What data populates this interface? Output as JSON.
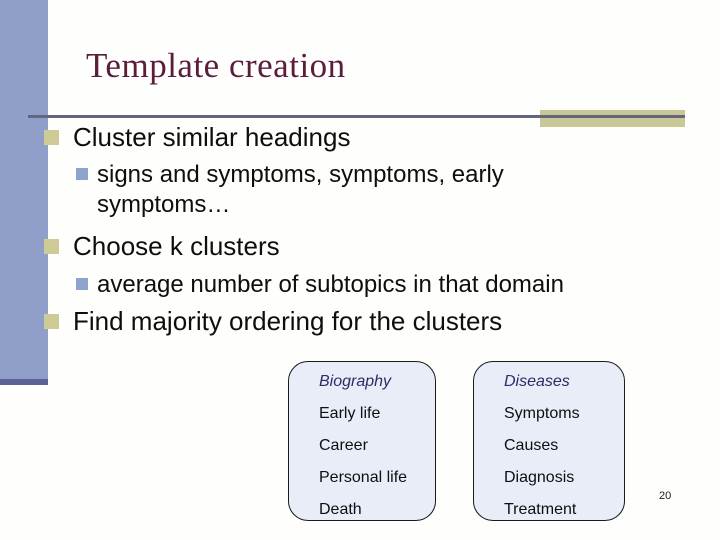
{
  "slide": {
    "title": "Template creation",
    "page_number": "20",
    "bullets": [
      {
        "level": 1,
        "text": "Cluster similar headings"
      },
      {
        "level": 2,
        "text": "signs and symptoms, symptoms, early symptoms…"
      },
      {
        "level": 1,
        "text": "Choose k clusters"
      },
      {
        "level": 2,
        "text": "average number of subtopics in that domain"
      },
      {
        "level": 1,
        "text": "Find majority ordering for the clusters"
      }
    ],
    "boxes": [
      {
        "header": "Biography",
        "items": [
          "Early life",
          "Career",
          "Personal life",
          "Death"
        ]
      },
      {
        "header": "Diseases",
        "items": [
          "Symptoms",
          "Causes",
          "Diagnosis",
          "Treatment"
        ]
      }
    ],
    "colors": {
      "left_band": "#8f9fca",
      "left_band_footer": "#5a6296",
      "title_text": "#5c1c3c",
      "rule": "#65657f",
      "rule_accent": "#c9c795",
      "bullet_level1": "#cecb97",
      "bullet_level2": "#8fa3cf",
      "box_background": "#e9edf8",
      "box_header_text": "#2b2b66"
    }
  }
}
